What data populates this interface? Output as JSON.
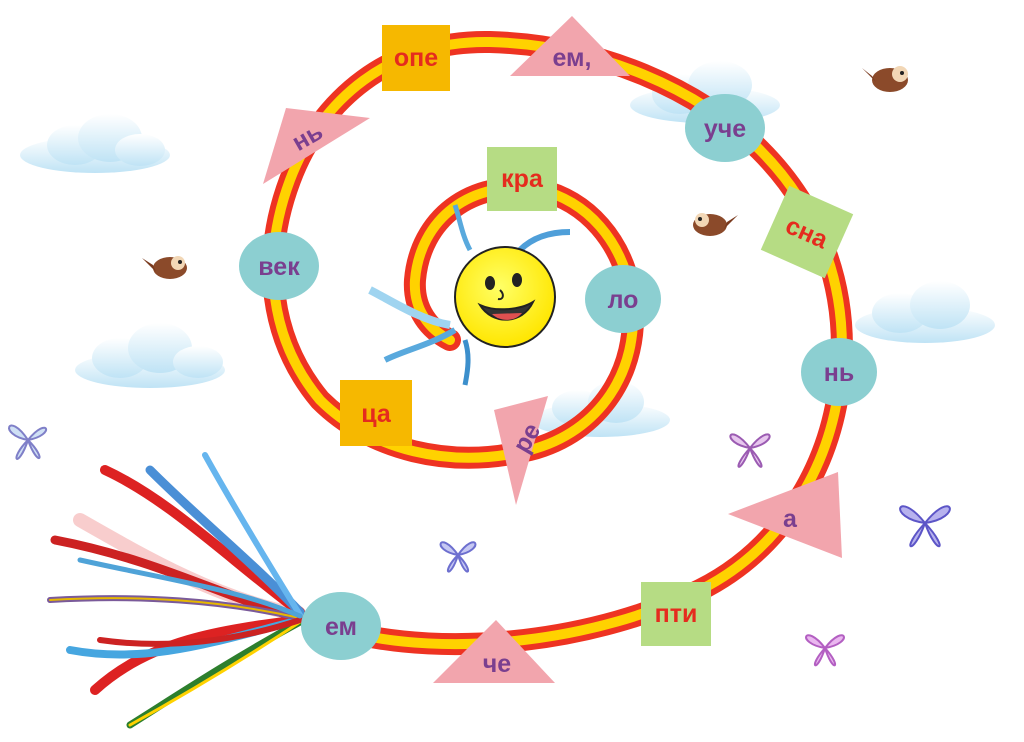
{
  "colors": {
    "square_yellow": "#f6b800",
    "square_green": "#b6dc84",
    "circle_teal": "#8ccfd1",
    "triangle_pink": "#f2a5ad",
    "text_red": "#e52b1e",
    "text_purple": "#7a3f8f",
    "path_red": "#ee3322",
    "path_yellow": "#ffd200",
    "sun_yellow": "#ffef00"
  },
  "tokens": [
    {
      "id": "ope",
      "text": "опе",
      "shape": "square",
      "fill": "square_yellow",
      "ink": "text_red"
    },
    {
      "id": "em-comma",
      "text": "ем,",
      "shape": "triangle",
      "fill": "triangle_pink",
      "ink": "text_purple"
    },
    {
      "id": "uche",
      "text": "уче",
      "shape": "circle",
      "fill": "circle_teal",
      "ink": "text_purple"
    },
    {
      "id": "sna",
      "text": "сна",
      "shape": "square",
      "fill": "square_green",
      "ink": "text_red"
    },
    {
      "id": "n-right",
      "text": "нь",
      "shape": "circle",
      "fill": "circle_teal",
      "ink": "text_purple"
    },
    {
      "id": "a",
      "text": "а",
      "shape": "triangle",
      "fill": "triangle_pink",
      "ink": "text_purple"
    },
    {
      "id": "pti",
      "text": "пти",
      "shape": "square",
      "fill": "square_green",
      "ink": "text_red"
    },
    {
      "id": "che",
      "text": "че",
      "shape": "triangle",
      "fill": "triangle_pink",
      "ink": "text_purple"
    },
    {
      "id": "em",
      "text": "ем",
      "shape": "circle",
      "fill": "circle_teal",
      "ink": "text_purple"
    },
    {
      "id": "tsa",
      "text": "ца",
      "shape": "square",
      "fill": "square_yellow",
      "ink": "text_red"
    },
    {
      "id": "vek",
      "text": "век",
      "shape": "circle",
      "fill": "circle_teal",
      "ink": "text_purple"
    },
    {
      "id": "n-left",
      "text": "нь",
      "shape": "triangle",
      "fill": "triangle_pink",
      "ink": "text_purple"
    },
    {
      "id": "kra",
      "text": "кра",
      "shape": "square",
      "fill": "square_green",
      "ink": "text_red"
    },
    {
      "id": "lo",
      "text": "ло",
      "shape": "circle",
      "fill": "circle_teal",
      "ink": "text_purple"
    },
    {
      "id": "re",
      "text": "ре",
      "shape": "triangle",
      "fill": "triangle_pink",
      "ink": "text_purple"
    }
  ]
}
